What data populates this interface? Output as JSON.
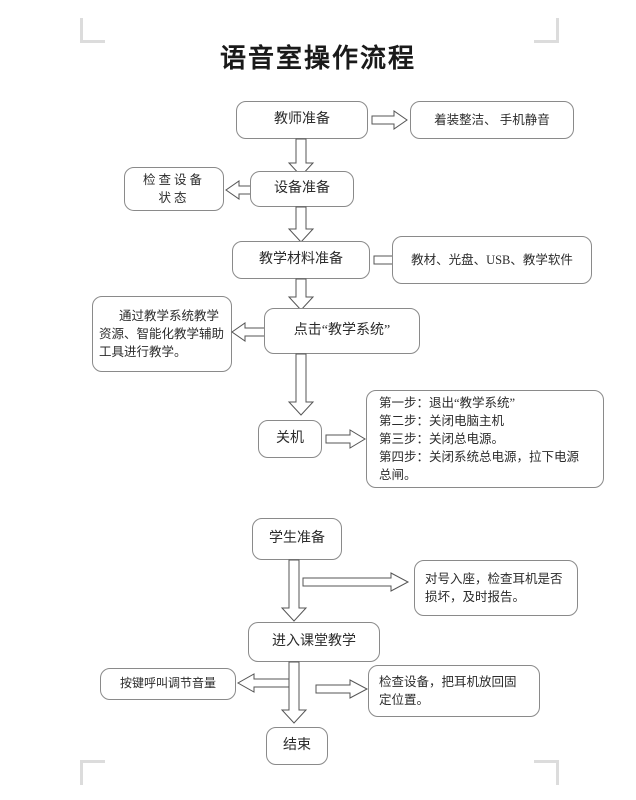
{
  "document": {
    "title": "语音室操作流程",
    "crop_marks": [
      "top-left",
      "top-right",
      "bottom-left",
      "bottom-right"
    ]
  },
  "flow": {
    "teacher_track": {
      "nodes": [
        {
          "id": "teacher-prep",
          "label": "教师准备"
        },
        {
          "id": "dress-phone",
          "label": "着装整洁、 手机静音"
        },
        {
          "id": "equipment-prep",
          "label": "设备准备"
        },
        {
          "id": "check-equipment",
          "label": "检查设备\n状态"
        },
        {
          "id": "materials-prep",
          "label": "教学材料准备"
        },
        {
          "id": "materials-list",
          "label": "教材、光盘、USB、教学软件"
        },
        {
          "id": "click-system",
          "label": "点击“教学系统”"
        },
        {
          "id": "teaching-via-system",
          "label": "通过教学系统教学资源、智能化教学辅助工具进行教学。"
        },
        {
          "id": "shutdown",
          "label": "关机"
        },
        {
          "id": "shutdown-steps",
          "label": "第一步：退出“教学系统”\n第二步：关闭电脑主机\n第三步：关闭总电源。\n第四步：关闭系统总电源，拉下电源\n            总闸。"
        }
      ]
    },
    "student_track": {
      "nodes": [
        {
          "id": "student-prep",
          "label": "学生准备"
        },
        {
          "id": "seating-check",
          "label": "对号入座，检查耳机是否\n损坏，及时报告。"
        },
        {
          "id": "enter-class",
          "label": "进入课堂教学"
        },
        {
          "id": "call-volume",
          "label": "按键呼叫调节音量"
        },
        {
          "id": "return-headset",
          "label": "检查设备，把耳机放回固\n定位置。"
        },
        {
          "id": "end",
          "label": "结束"
        }
      ]
    },
    "arrows": [
      {
        "id": "teacher-prep-to-dress",
        "direction": "right"
      },
      {
        "id": "teacher-prep-to-equipment",
        "direction": "down"
      },
      {
        "id": "equipment-to-check",
        "direction": "left"
      },
      {
        "id": "equipment-to-materials",
        "direction": "down"
      },
      {
        "id": "materials-to-list",
        "direction": "right"
      },
      {
        "id": "materials-to-click-system",
        "direction": "down"
      },
      {
        "id": "click-system-to-teaching",
        "direction": "left"
      },
      {
        "id": "click-system-to-shutdown",
        "direction": "down"
      },
      {
        "id": "shutdown-to-steps",
        "direction": "right"
      },
      {
        "id": "student-prep-to-seating",
        "direction": "right"
      },
      {
        "id": "student-prep-to-enter-class",
        "direction": "down"
      },
      {
        "id": "enter-class-to-call-volume",
        "direction": "left"
      },
      {
        "id": "enter-class-to-return-headset",
        "direction": "right"
      },
      {
        "id": "enter-class-to-end",
        "direction": "down"
      }
    ]
  },
  "style": {
    "ink": "#2b2b2b",
    "stroke": "#8a8a8a",
    "arrow_stroke": "#555555",
    "crop_mark": "#dcdcdc",
    "page_background": "#ffffff"
  }
}
